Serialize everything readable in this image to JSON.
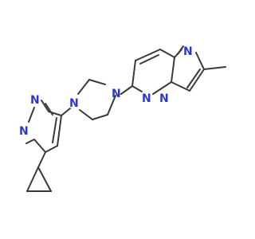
{
  "molecule": {
    "labels": {
      "n1": "N",
      "n2": "N",
      "n3": "N",
      "n4": "N",
      "n5": "N",
      "n6": "N",
      "n7": "N"
    }
  },
  "colors": {
    "bond": "#3a3a3a",
    "nitrogen": "#2b33d9",
    "background": "#ffffff"
  }
}
